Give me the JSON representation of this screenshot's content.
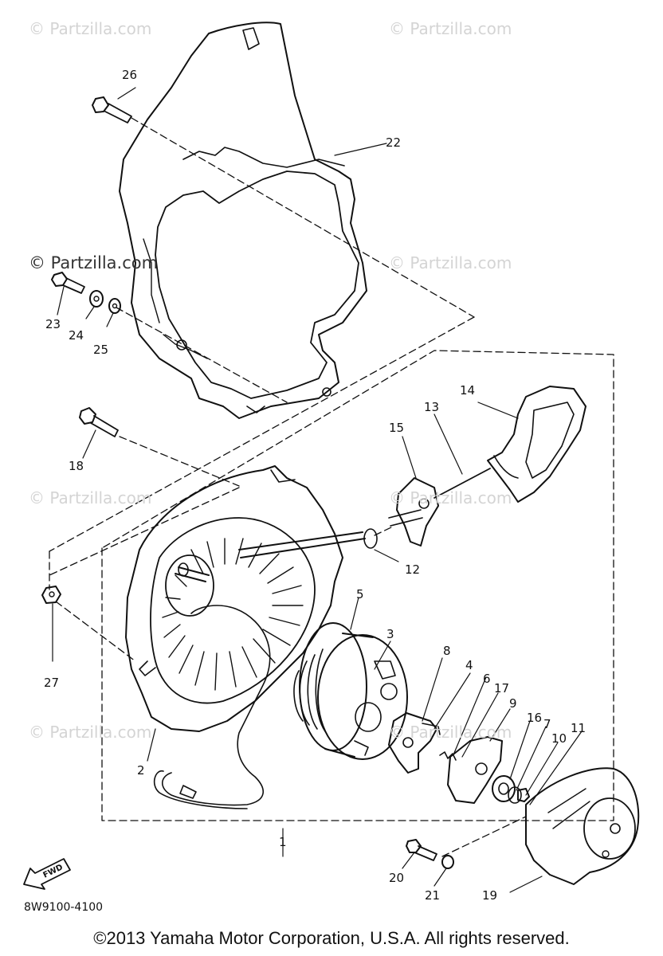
{
  "watermarks": [
    "© Partzilla.com",
    "© Partzilla.com",
    "© Partzilla.com",
    "© Partzilla.com",
    "© Partzilla.com",
    "© Partzilla.com",
    "© Partzilla.com",
    "© Partzilla.com"
  ],
  "part_labels": [
    "26",
    "22",
    "23",
    "24",
    "25",
    "18",
    "15",
    "13",
    "14",
    "12",
    "5",
    "3",
    "8",
    "4",
    "6",
    "17",
    "9",
    "16",
    "7",
    "10",
    "11",
    "27",
    "2",
    "1",
    "20",
    "21",
    "19"
  ],
  "fwd_label": "FWD",
  "diagram_code": "8W9100-4100",
  "copyright": "©2013  Yamaha Motor Corporation, U.S.A. All rights reserved."
}
